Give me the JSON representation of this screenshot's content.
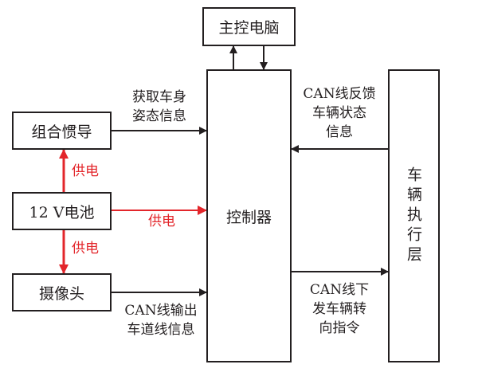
{
  "colors": {
    "line": "#231f20",
    "power": "#e3262b"
  },
  "nodes": {
    "main_computer": "主控电脑",
    "imu": "组合惯导",
    "battery": "12 V电池",
    "camera": "摄像头",
    "controller": "控制器",
    "vehicle_layer": "车辆执行层"
  },
  "edges": {
    "imu_to_controller": {
      "line1": "获取车身",
      "line2": "姿态信息"
    },
    "battery_to_imu": "供电",
    "battery_to_controller": "供电",
    "battery_to_camera": "供电",
    "camera_to_controller": {
      "line1": "CAN线输出",
      "line2": "车道线信息"
    },
    "vehicle_to_controller": {
      "line1": "CAN线反馈",
      "line2": "车辆状态",
      "line3": "信息"
    },
    "controller_to_vehicle": {
      "line1": "CAN线下",
      "line2": "发车辆转",
      "line3": "向指令"
    }
  }
}
